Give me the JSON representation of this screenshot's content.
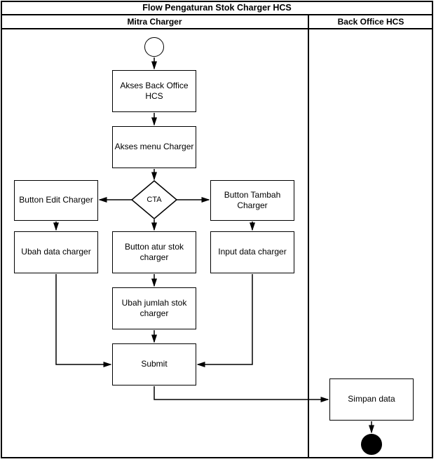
{
  "title": "Flow Pengaturan Stok Charger HCS",
  "lanes": {
    "mitra": "Mitra Charger",
    "back_office": "Back Office HCS"
  },
  "nodes": {
    "start": {
      "type": "start-circle"
    },
    "akses_back_office": {
      "type": "process",
      "label": "Akses Back Office\nHCS"
    },
    "akses_menu_charger": {
      "type": "process",
      "label": "Akses menu Charger"
    },
    "cta": {
      "type": "decision",
      "label": "CTA"
    },
    "button_edit_charger": {
      "type": "process",
      "label": "Button Edit Charger"
    },
    "button_tambah_charger": {
      "type": "process",
      "label": "Button Tambah\nCharger"
    },
    "ubah_data_charger": {
      "type": "process",
      "label": "Ubah data charger"
    },
    "button_atur_stok_charger": {
      "type": "process",
      "label": "Button atur stok\ncharger"
    },
    "input_data_charger": {
      "type": "process",
      "label": "Input data charger"
    },
    "ubah_jumlah_stok_charger": {
      "type": "process",
      "label": "Ubah jumlah stok\ncharger"
    },
    "submit": {
      "type": "process",
      "label": "Submit"
    },
    "simpan_data": {
      "type": "process",
      "label": "Simpan data"
    },
    "end": {
      "type": "end-circle"
    }
  },
  "edges": [
    {
      "from": "start",
      "to": "akses_back_office"
    },
    {
      "from": "akses_back_office",
      "to": "akses_menu_charger"
    },
    {
      "from": "akses_menu_charger",
      "to": "cta"
    },
    {
      "from": "cta",
      "to": "button_edit_charger"
    },
    {
      "from": "cta",
      "to": "button_tambah_charger"
    },
    {
      "from": "cta",
      "to": "button_atur_stok_charger"
    },
    {
      "from": "button_edit_charger",
      "to": "ubah_data_charger"
    },
    {
      "from": "button_tambah_charger",
      "to": "input_data_charger"
    },
    {
      "from": "button_atur_stok_charger",
      "to": "ubah_jumlah_stok_charger"
    },
    {
      "from": "ubah_jumlah_stok_charger",
      "to": "submit"
    },
    {
      "from": "ubah_data_charger",
      "to": "submit"
    },
    {
      "from": "input_data_charger",
      "to": "submit"
    },
    {
      "from": "submit",
      "to": "simpan_data"
    },
    {
      "from": "simpan_data",
      "to": "end"
    }
  ],
  "colors": {
    "stroke": "#000000",
    "node_fill": "#ffffff",
    "end_node_fill": "#000000",
    "background": "#ffffff"
  }
}
